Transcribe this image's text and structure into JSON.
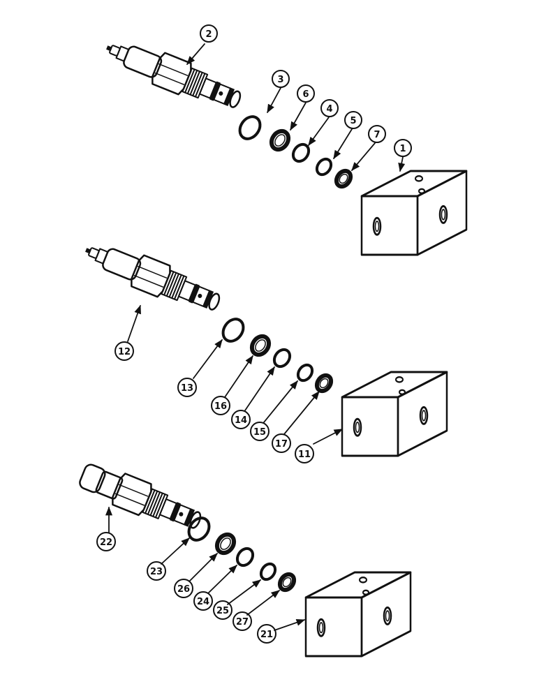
{
  "callouts": {
    "c1": "1",
    "c2": "2",
    "c3": "3",
    "c4": "4",
    "c5": "5",
    "c6": "6",
    "c7": "7",
    "c11": "11",
    "c12": "12",
    "c13": "13",
    "c14": "14",
    "c15": "15",
    "c16": "16",
    "c17": "17",
    "c21": "21",
    "c22": "22",
    "c23": "23",
    "c24": "24",
    "c25": "25",
    "c26": "26",
    "c27": "27"
  }
}
